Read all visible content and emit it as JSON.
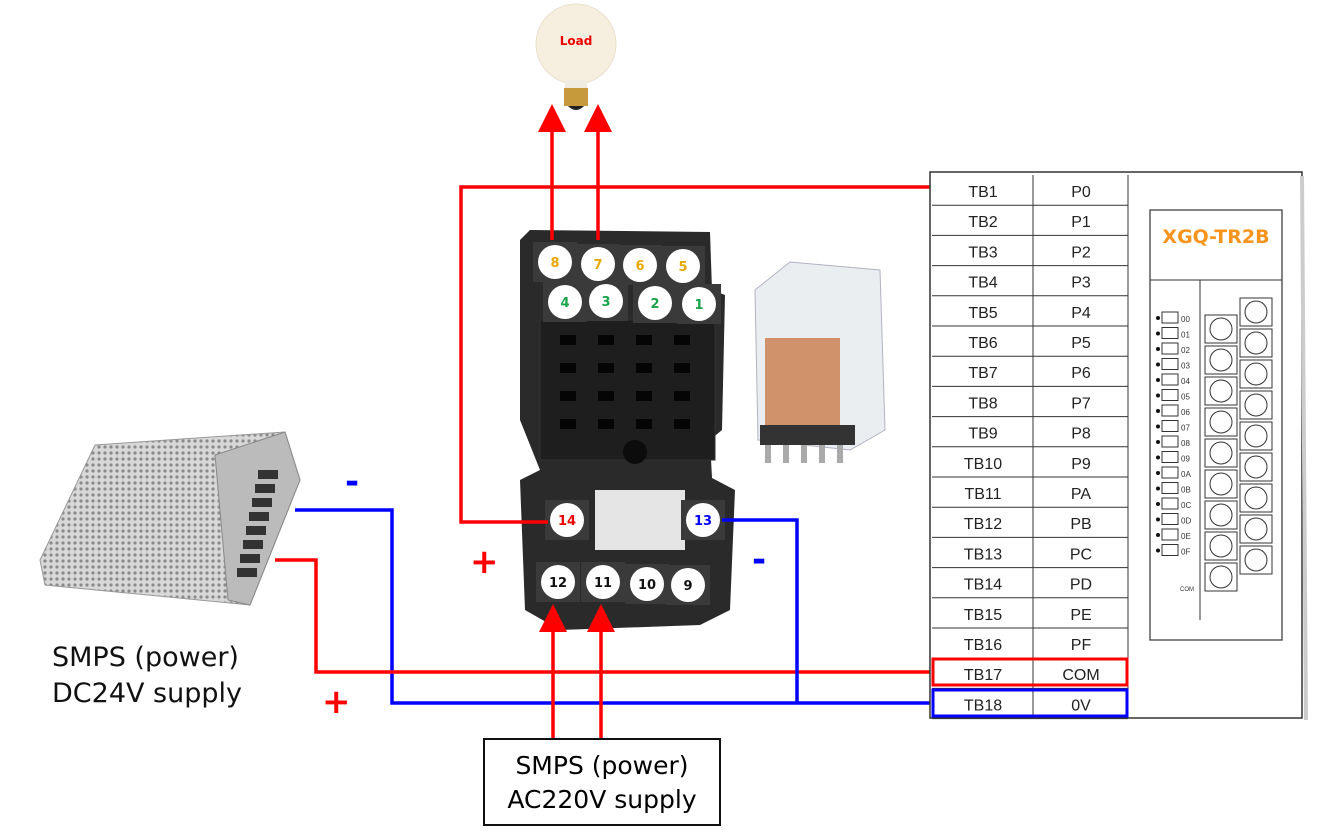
{
  "load": {
    "label": "Load"
  },
  "relay_terminals": {
    "top": [
      "8",
      "7",
      "6",
      "5"
    ],
    "mid": [
      "4",
      "3",
      "2",
      "1"
    ],
    "coil_plus": "14",
    "coil_minus": "13",
    "bottom": [
      "12",
      "11",
      "10",
      "9"
    ]
  },
  "smps_dc": {
    "line1": "SMPS (power)",
    "line2": "DC24V supply",
    "minus": "-",
    "plus": "+"
  },
  "smps_ac": {
    "line1": "SMPS (power)",
    "line2": "AC220V supply"
  },
  "coil_signs": {
    "plus": "+",
    "minus": "-"
  },
  "module": {
    "title": "XGQ-TR2B",
    "channels": [
      "00",
      "01",
      "02",
      "03",
      "04",
      "05",
      "06",
      "07",
      "08",
      "09",
      "0A",
      "0B",
      "0C",
      "0D",
      "0E",
      "0F"
    ],
    "com": "COM"
  },
  "table": {
    "rows": [
      [
        "TB1",
        "P0"
      ],
      [
        "TB2",
        "P1"
      ],
      [
        "TB3",
        "P2"
      ],
      [
        "TB4",
        "P3"
      ],
      [
        "TB5",
        "P4"
      ],
      [
        "TB6",
        "P5"
      ],
      [
        "TB7",
        "P6"
      ],
      [
        "TB8",
        "P7"
      ],
      [
        "TB9",
        "P8"
      ],
      [
        "TB10",
        "P9"
      ],
      [
        "TB11",
        "PA"
      ],
      [
        "TB12",
        "PB"
      ],
      [
        "TB13",
        "PC"
      ],
      [
        "TB14",
        "PD"
      ],
      [
        "TB15",
        "PE"
      ],
      [
        "TB16",
        "PF"
      ],
      [
        "TB17",
        "COM"
      ],
      [
        "TB18",
        "0V"
      ]
    ]
  },
  "colors": {
    "red": "#ff0000",
    "blue": "#0000ff",
    "orange": "#f7941d",
    "green": "#1aa34a",
    "yellow": "#e8a800"
  }
}
